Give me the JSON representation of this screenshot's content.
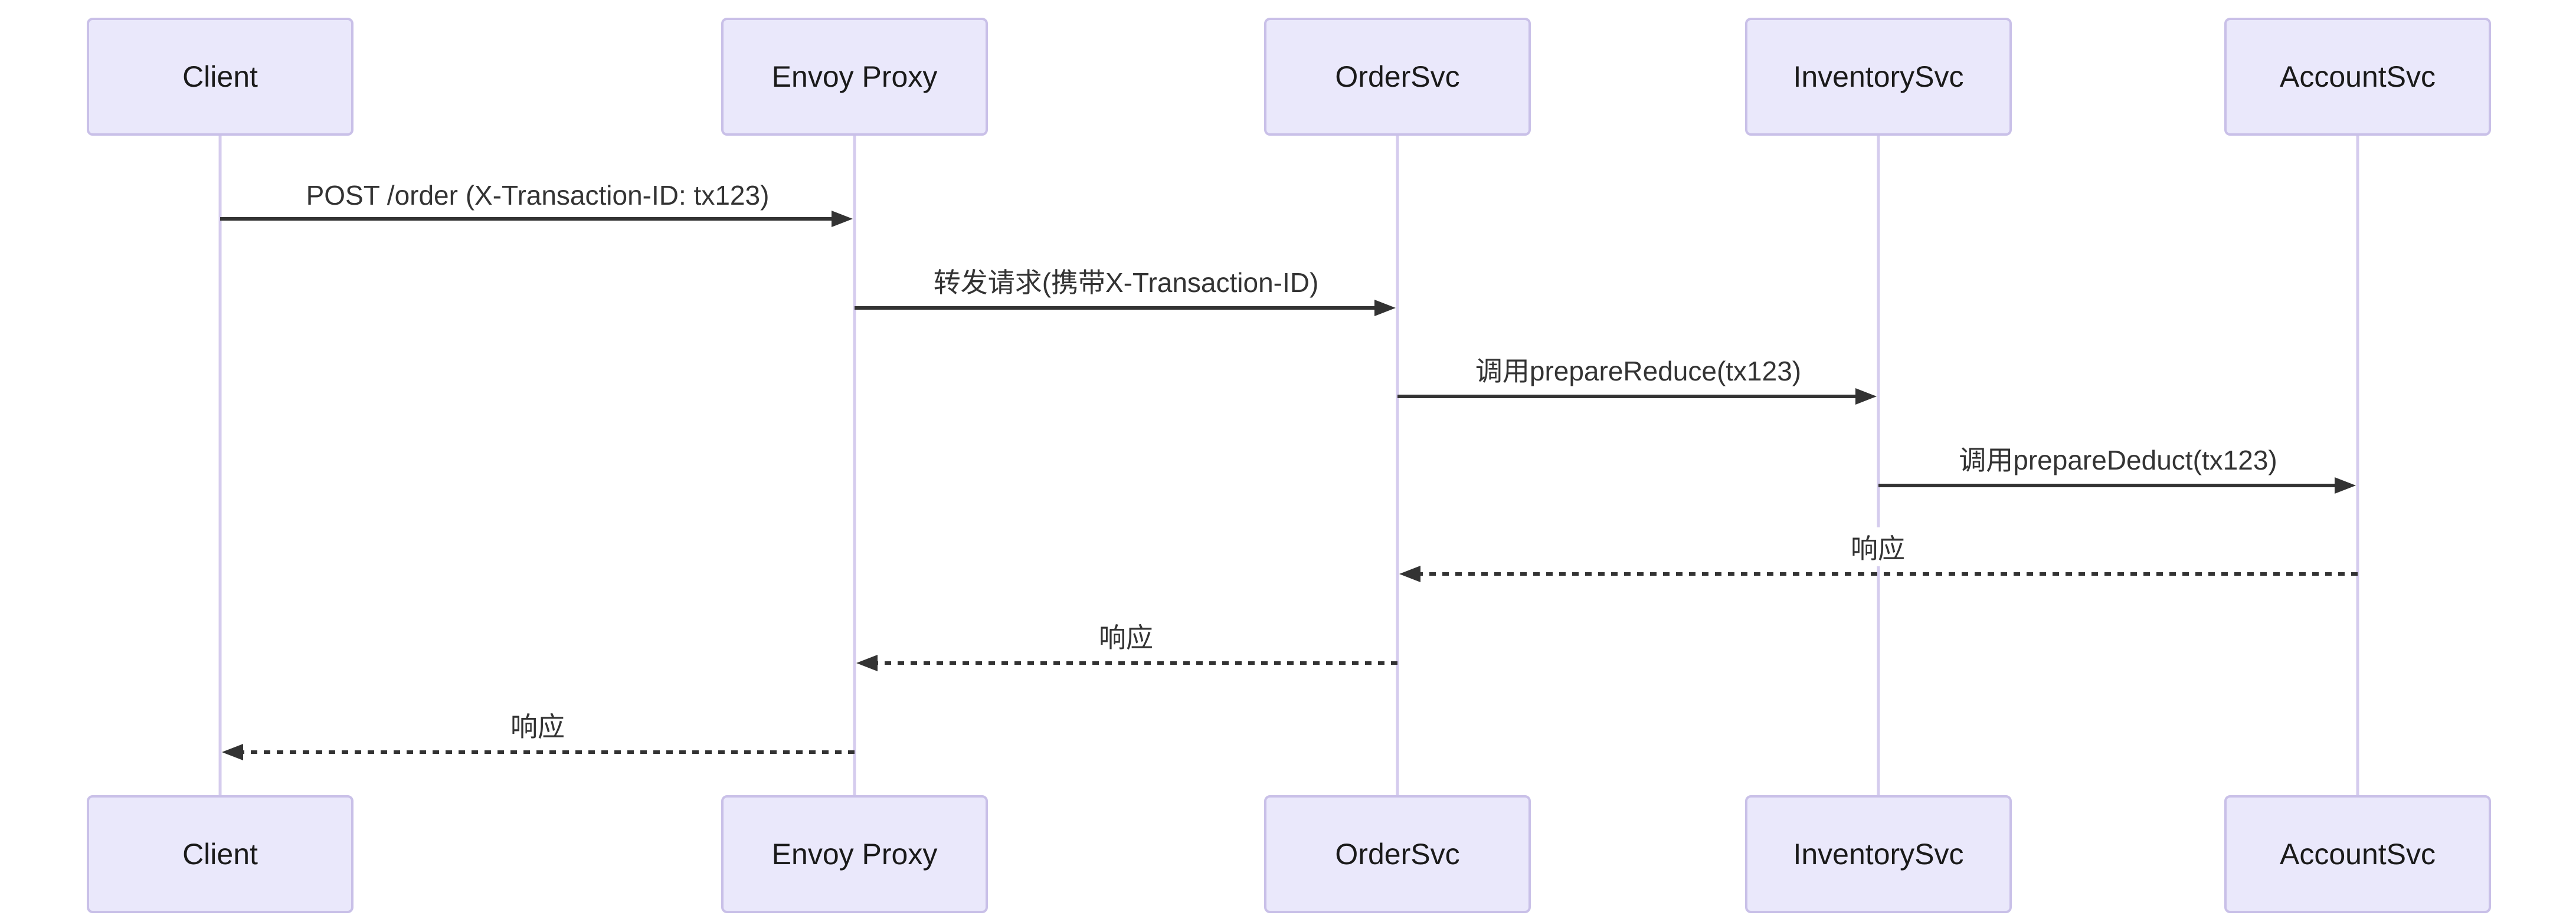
{
  "diagram": {
    "type": "sequence-diagram",
    "participants": [
      {
        "id": "client",
        "label": "Client"
      },
      {
        "id": "envoy-proxy",
        "label": "Envoy Proxy"
      },
      {
        "id": "order-svc",
        "label": "OrderSvc"
      },
      {
        "id": "inventory-svc",
        "label": "InventorySvc"
      },
      {
        "id": "account-svc",
        "label": "AccountSvc"
      }
    ],
    "messages": [
      {
        "from": "Client",
        "to": "Envoy Proxy",
        "label": "POST /order (X-Transaction-ID: tx123)",
        "style": "solid"
      },
      {
        "from": "Envoy Proxy",
        "to": "OrderSvc",
        "label": "转发请求(携带X-Transaction-ID)",
        "style": "solid"
      },
      {
        "from": "OrderSvc",
        "to": "InventorySvc",
        "label": "调用prepareReduce(tx123)",
        "style": "solid"
      },
      {
        "from": "InventorySvc",
        "to": "AccountSvc",
        "label": "调用prepareDeduct(tx123)",
        "style": "solid"
      },
      {
        "from": "AccountSvc",
        "to": "OrderSvc",
        "label": "响应",
        "style": "dashed"
      },
      {
        "from": "OrderSvc",
        "to": "Envoy Proxy",
        "label": "响应",
        "style": "dashed"
      },
      {
        "from": "Envoy Proxy",
        "to": "Client",
        "label": "响应",
        "style": "dashed"
      }
    ],
    "colors": {
      "actor_fill": "#eae8fb",
      "actor_border": "#c9c0e8",
      "lifeline": "#d5ccee",
      "message_line": "#333333",
      "text": "#1a1a1a",
      "background": "#ffffff"
    }
  }
}
